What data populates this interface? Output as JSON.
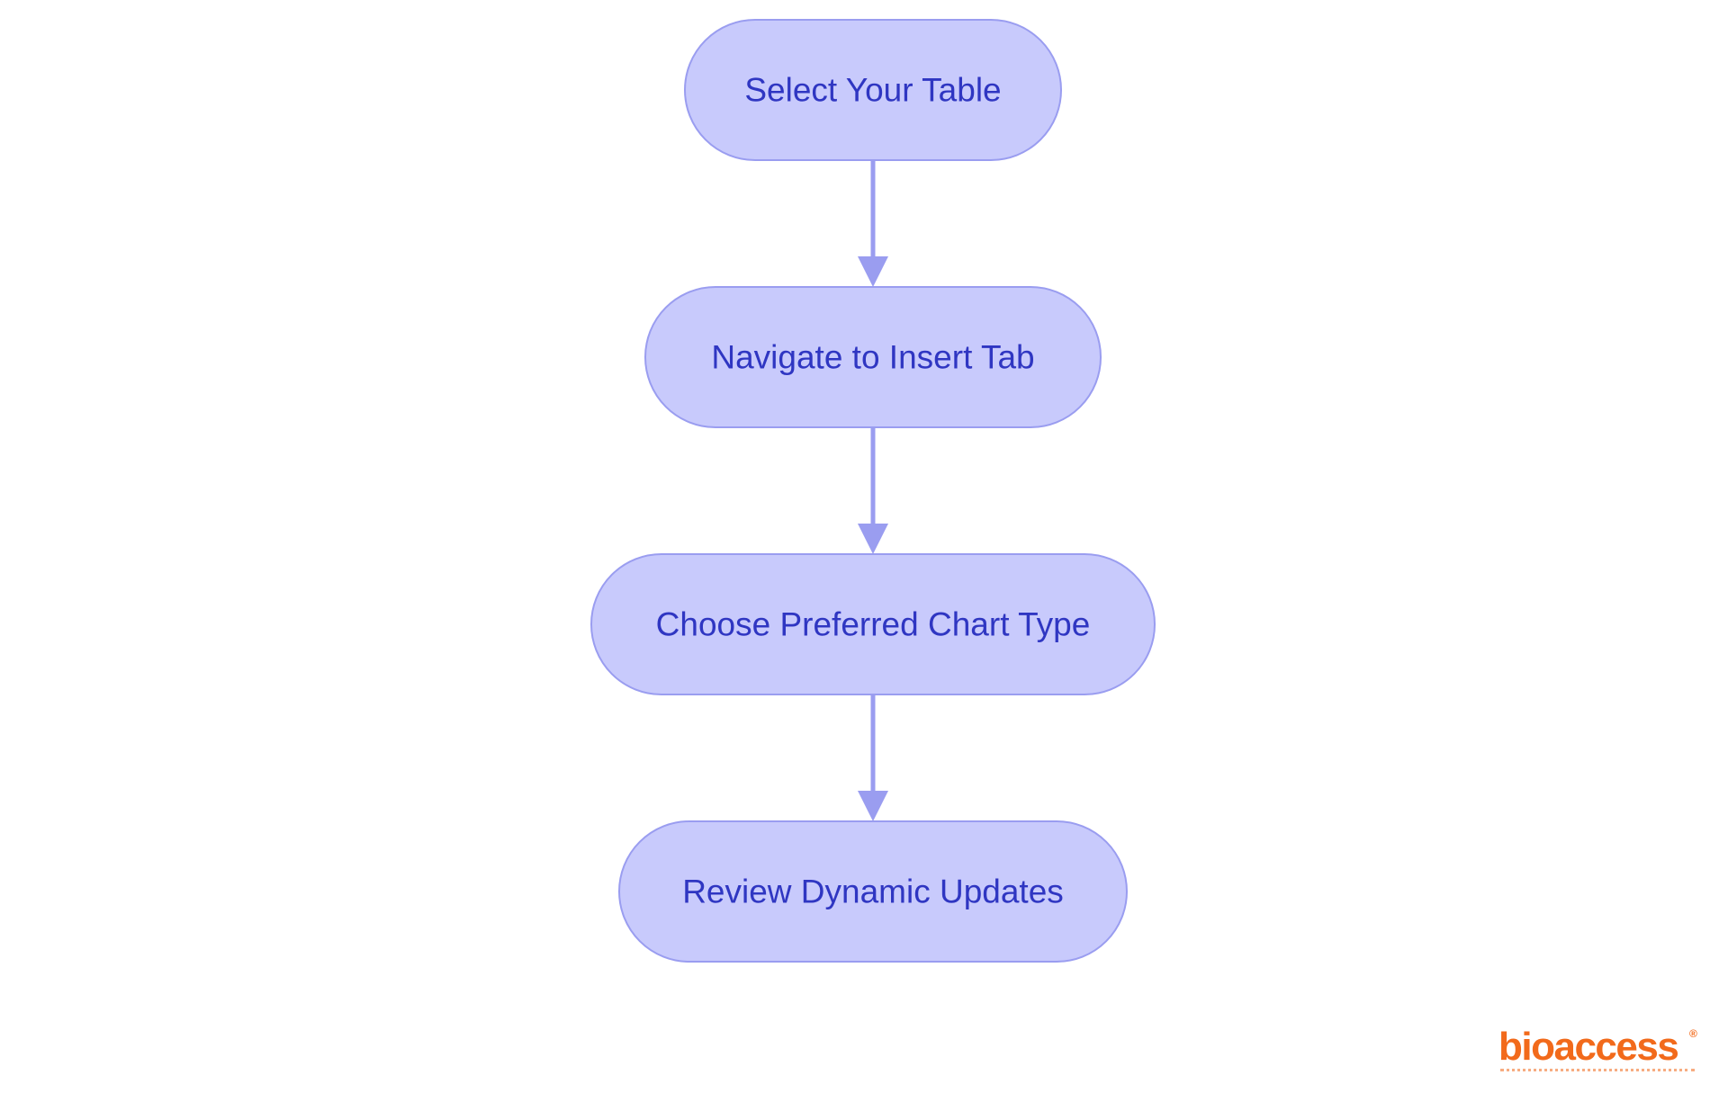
{
  "diagram": {
    "type": "flowchart",
    "direction": "top-to-bottom",
    "nodes": [
      {
        "id": "n1",
        "label": "Select Your Table"
      },
      {
        "id": "n2",
        "label": "Navigate to Insert Tab"
      },
      {
        "id": "n3",
        "label": "Choose Preferred Chart Type"
      },
      {
        "id": "n4",
        "label": "Review Dynamic Updates"
      }
    ],
    "edges": [
      {
        "from": "n1",
        "to": "n2"
      },
      {
        "from": "n2",
        "to": "n3"
      },
      {
        "from": "n3",
        "to": "n4"
      }
    ]
  },
  "logo": {
    "word": "bioaccess",
    "registered": "®"
  },
  "colors": {
    "node_fill": "#c8cafc",
    "node_stroke": "#9a9df0",
    "node_text": "#2f36c2",
    "edge": "#9a9df0",
    "logo": "#f26a1b",
    "background": "#ffffff"
  }
}
